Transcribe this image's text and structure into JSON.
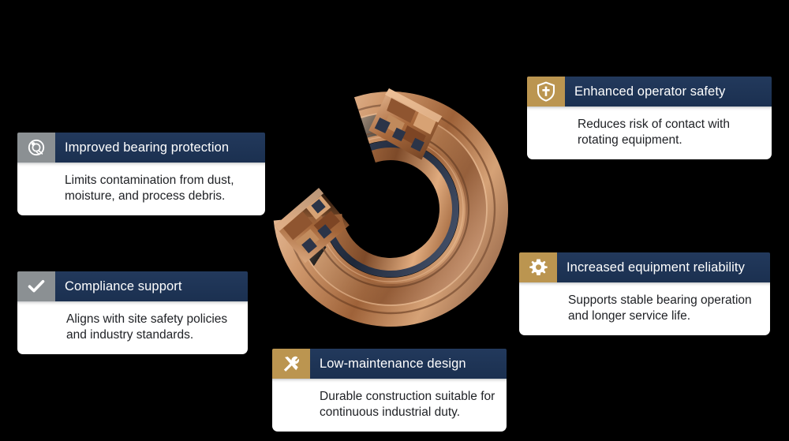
{
  "background_color": "#000000",
  "theme": {
    "header_navy": "#1d3557",
    "icon_gray": "#8b9093",
    "icon_gold": "#bb9550",
    "body_white": "#ffffff",
    "body_text": "#202226"
  },
  "product_image": {
    "name": "bearing-isolator-cutaway",
    "description": "Bronze labyrinth bearing isolator seal shown as a C-shaped cutaway section",
    "colors": {
      "bronze_light": "#d9a074",
      "bronze_mid": "#b97c4e",
      "bronze_dark": "#7c4b2a",
      "bronze_highlight": "#f0c9a6",
      "seal_navy": "#2d3a55"
    }
  },
  "cards": [
    {
      "id": "bearing-protection",
      "icon": "bearing-icon",
      "icon_style": "gray",
      "title": "Improved bearing protection",
      "body": "Limits contamination from dust, moisture, and process debris."
    },
    {
      "id": "compliance-support",
      "icon": "check-icon",
      "icon_style": "gray",
      "title": "Compliance support",
      "body": "Aligns with site safety policies and industry standards."
    },
    {
      "id": "low-maintenance",
      "icon": "tools-icon",
      "icon_style": "gold",
      "title": "Low-maintenance design",
      "body": "Durable construction suitable for continuous industrial duty."
    },
    {
      "id": "operator-safety",
      "icon": "shield-icon",
      "icon_style": "gold",
      "title": "Enhanced operator safety",
      "body": "Reduces risk of contact with rotating equipment."
    },
    {
      "id": "equipment-reliability",
      "icon": "gear-icon",
      "icon_style": "gold",
      "title": "Increased equipment reliability",
      "body": "Supports stable bearing operation and longer service life."
    }
  ]
}
